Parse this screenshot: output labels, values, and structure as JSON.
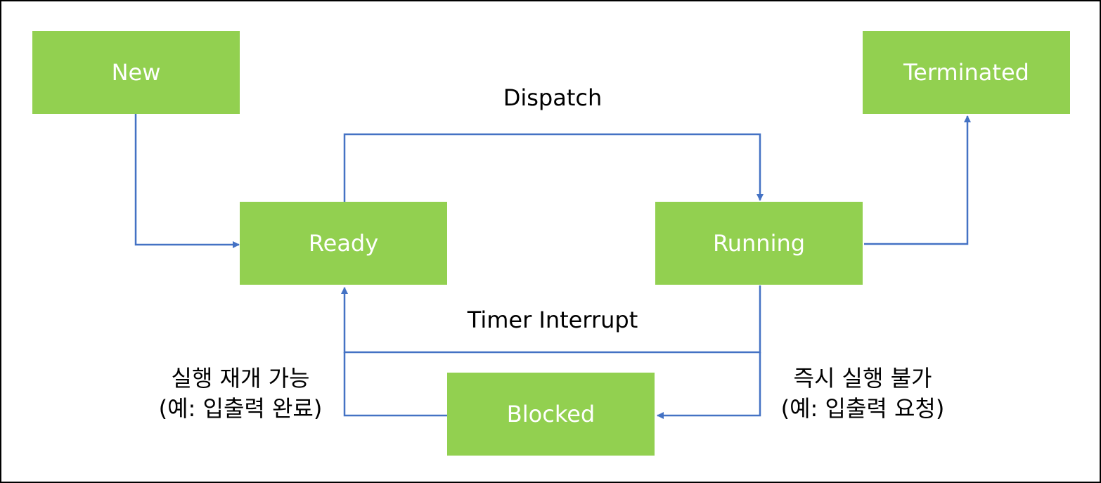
{
  "colors": {
    "state_fill": "#92d050",
    "state_text": "#ffffff",
    "edge": "#4472c4",
    "label_text": "#000000"
  },
  "states": {
    "new": "New",
    "ready": "Ready",
    "running": "Running",
    "terminated": "Terminated",
    "blocked": "Blocked"
  },
  "edges": {
    "dispatch": "Dispatch",
    "timer_interrupt": "Timer Interrupt",
    "resume": {
      "line1": "실행 재개 가능",
      "line2": "(예: 입출력 완료)"
    },
    "block": {
      "line1": "즉시 실행 불가",
      "line2": "(예: 입출력 요청)"
    }
  }
}
